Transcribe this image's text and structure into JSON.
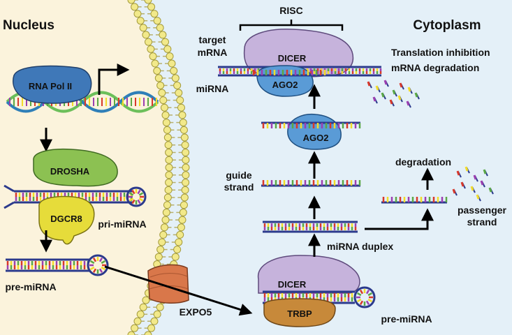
{
  "regions": {
    "nucleus": "Nucleus",
    "cytoplasm": "Cytoplasm"
  },
  "proteins": {
    "rna_pol_ii": "RNA Pol II",
    "drosha": "DROSHA",
    "dgcr8": "DGCR8",
    "dicer_bottom": "DICER",
    "trbp": "TRBP",
    "ago2_middle": "AGO2",
    "dicer_top": "DICER",
    "ago2_top": "AGO2"
  },
  "labels": {
    "pri_mirna": "pri-miRNA",
    "pre_mirna_nucleus": "pre-miRNA",
    "pre_mirna_cytoplasm": "pre-miRNA",
    "expo5": "EXPO5",
    "mirna_duplex": "miRNA duplex",
    "guide_strand_1": "guide",
    "guide_strand_2": "strand",
    "passenger_strand_1": "passenger",
    "passenger_strand_2": "strand",
    "degradation": "degradation",
    "risc": "RISC",
    "target_mrna_1": "target",
    "target_mrna_2": "mRNA",
    "mirna": "miRNA",
    "translation_inhibition": "Translation inhibition",
    "mrna_degradation": "mRNA degradation"
  },
  "colors": {
    "nucleus_bg": "#fbf3dc",
    "cytoplasm_bg": "#e4f0f8",
    "membrane_bead": "#f2e98a",
    "rna_pol_ii": "#3f78b8",
    "drosha": "#8cc152",
    "dgcr8": "#e6dc3a",
    "dicer": "#c6b3dc",
    "trbp": "#c7893a",
    "ago2": "#5a9bd6",
    "expo5": "#d9774a",
    "strand": "#2b3a8c",
    "nt_red": "#d8382a",
    "nt_yellow": "#f2dc2a",
    "nt_purple": "#9b3fb0",
    "nt_green": "#5aa845"
  },
  "icons": [
    "arrow-icon",
    "dna-helix-icon",
    "hairpin-loop-icon",
    "membrane-pore-icon"
  ]
}
